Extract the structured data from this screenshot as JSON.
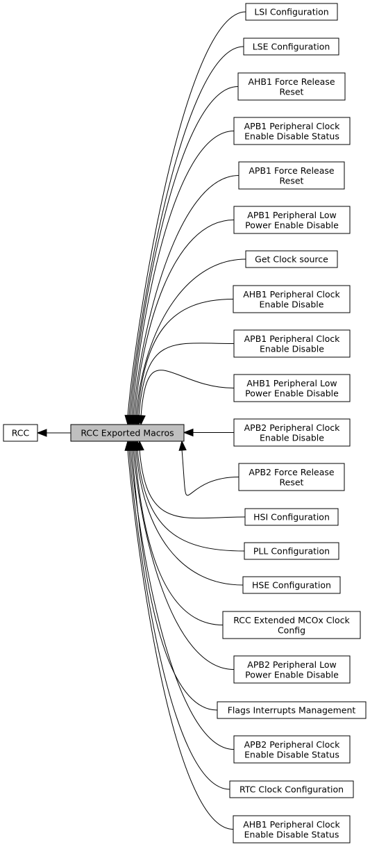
{
  "diagram": {
    "root": {
      "id": "rcc",
      "label": "RCC"
    },
    "current": {
      "id": "rcc-exported-macros",
      "label": "RCC Exported Macros"
    },
    "children": [
      {
        "id": "lsi-configuration",
        "lines": [
          "LSI Configuration"
        ]
      },
      {
        "id": "lse-configuration",
        "lines": [
          "LSE Configuration"
        ]
      },
      {
        "id": "ahb1-force-release-reset",
        "lines": [
          "AHB1 Force Release",
          "Reset"
        ]
      },
      {
        "id": "apb1-peripheral-clock-enable-disable-status",
        "lines": [
          "APB1 Peripheral Clock",
          "Enable Disable Status"
        ]
      },
      {
        "id": "apb1-force-release-reset",
        "lines": [
          "APB1 Force Release",
          "Reset"
        ]
      },
      {
        "id": "apb1-peripheral-low-power-enable-disable",
        "lines": [
          "APB1 Peripheral Low",
          "Power Enable Disable"
        ]
      },
      {
        "id": "get-clock-source",
        "lines": [
          "Get Clock source"
        ]
      },
      {
        "id": "ahb1-peripheral-clock-enable-disable",
        "lines": [
          "AHB1 Peripheral Clock",
          "Enable Disable"
        ]
      },
      {
        "id": "apb1-peripheral-clock-enable-disable",
        "lines": [
          "APB1 Peripheral Clock",
          "Enable Disable"
        ]
      },
      {
        "id": "ahb1-peripheral-low-power-enable-disable",
        "lines": [
          "AHB1 Peripheral Low",
          "Power Enable Disable"
        ]
      },
      {
        "id": "apb2-peripheral-clock-enable-disable",
        "lines": [
          "APB2 Peripheral Clock",
          "Enable Disable"
        ]
      },
      {
        "id": "apb2-force-release-reset",
        "lines": [
          "APB2 Force Release",
          "Reset"
        ]
      },
      {
        "id": "hsi-configuration",
        "lines": [
          "HSI Configuration"
        ]
      },
      {
        "id": "pll-configuration",
        "lines": [
          "PLL Configuration"
        ]
      },
      {
        "id": "hse-configuration",
        "lines": [
          "HSE Configuration"
        ]
      },
      {
        "id": "rcc-extended-mcox-clock-config",
        "lines": [
          "RCC Extended MCOx Clock",
          "Config"
        ]
      },
      {
        "id": "apb2-peripheral-low-power-enable-disable",
        "lines": [
          "APB2 Peripheral Low",
          "Power Enable Disable"
        ]
      },
      {
        "id": "flags-interrupts-management",
        "lines": [
          "Flags Interrupts Management"
        ]
      },
      {
        "id": "apb2-peripheral-clock-enable-disable-status",
        "lines": [
          "APB2 Peripheral Clock",
          "Enable Disable Status"
        ]
      },
      {
        "id": "rtc-clock-configuration",
        "lines": [
          "RTC Clock Configuration"
        ]
      },
      {
        "id": "ahb1-peripheral-clock-enable-disable-status",
        "lines": [
          "AHB1 Peripheral Clock",
          "Enable Disable Status"
        ]
      }
    ]
  }
}
